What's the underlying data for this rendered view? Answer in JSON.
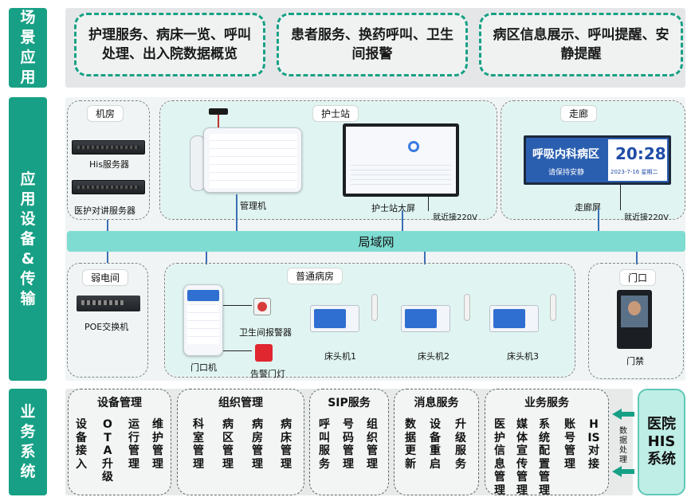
{
  "categories": {
    "scene": "场景应用",
    "devices": "应用设备&传输",
    "business": "业务系统"
  },
  "scenarios": [
    "护理服务、病床一览、呼叫处理、出入院数据概览",
    "患者服务、换药呼叫、卫生间报警",
    "病区信息展示、呼叫提醒、安静提醒"
  ],
  "zones": {
    "server_room": {
      "title": "机房",
      "his_server": "His服务器",
      "intercom_server": "医护对讲服务器"
    },
    "nurse_station": {
      "title": "护士站",
      "manager": "管理机",
      "big_screen": "护士站大屏",
      "power": "就近接220V"
    },
    "corridor": {
      "title": "走廊",
      "screen_label": "走廊屏",
      "power": "就近接220V",
      "ward_name": "呼吸内科病区",
      "quiet_text": "请保持安静",
      "time": "20:28",
      "date": "2023-7-16 星期二"
    },
    "lan": "局域网",
    "weak_room": {
      "title": "弱电间",
      "switch": "POE交换机"
    },
    "ward": {
      "title": "普通病房",
      "door_unit": "门口机",
      "bathroom_alarm": "卫生间报警器",
      "alarm_light": "告警门灯",
      "bed1": "床头机1",
      "bed2": "床头机2",
      "bed3": "床头机3"
    },
    "entrance": {
      "title": "门口",
      "access": "门禁"
    }
  },
  "business": [
    {
      "title": "设备管理",
      "items": [
        "设备接入",
        "OTA升级",
        "运行管理",
        "维护管理"
      ]
    },
    {
      "title": "组织管理",
      "items": [
        "科室管理",
        "病区管理",
        "病房管理",
        "病床管理"
      ]
    },
    {
      "title": "SIP服务",
      "items": [
        "呼叫服务",
        "号码管理",
        "组织管理"
      ]
    },
    {
      "title": "消息服务",
      "items": [
        "数据更新",
        "设备重启",
        "升级服务"
      ]
    },
    {
      "title": "业务服务",
      "items": [
        "医护信息管理",
        "媒体宣传管理",
        "系统配置管理",
        "账号管理",
        "HIS对接"
      ]
    }
  ],
  "his": {
    "name": "医院HIS系统",
    "flow": "数据处理"
  },
  "colors": {
    "category": "#17a085",
    "lan": "#7fdcd2",
    "link": "#3b6fb6",
    "corridor_screen": "#2a5fb0"
  }
}
